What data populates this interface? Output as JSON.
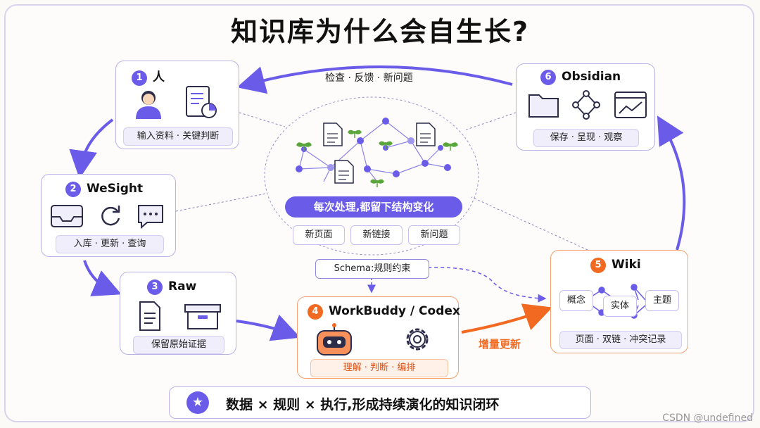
{
  "title": "知识库为什么会自生长?",
  "cards": {
    "person": {
      "num": "1",
      "title": "人",
      "pill": "输入资料 · 关键判断"
    },
    "wesight": {
      "num": "2",
      "title": "WeSight",
      "pill": "入库 · 更新 · 查询"
    },
    "raw": {
      "num": "3",
      "title": "Raw",
      "pill": "保留原始证据"
    },
    "workbuddy": {
      "num": "4",
      "title": "WorkBuddy / Codex",
      "pill": "理解 · 判断 · 编排"
    },
    "wiki": {
      "num": "5",
      "title": "Wiki",
      "pill": "页面 · 双链 · 冲突记录",
      "nodes": [
        "概念",
        "实体",
        "主题"
      ]
    },
    "obsidian": {
      "num": "6",
      "title": "Obsidian",
      "pill": "保存 · 呈现 · 观察"
    }
  },
  "center": {
    "banner": "每次处理,都留下结构变化",
    "tags": [
      "新页面",
      "新链接",
      "新问题"
    ]
  },
  "schema_label": "Schema:规则约束",
  "arrow_labels": {
    "top": "检查 · 反馈 · 新问题",
    "increment": "增量更新"
  },
  "bottom_banner": "数据 × 规则 × 执行,形成持续演化的知识闭环",
  "watermark": "CSDN @undefined",
  "colors": {
    "purple": "#6a5ce8",
    "orange": "#f26a21",
    "green": "#5aa63a"
  },
  "icons": [
    "person-icon",
    "document-chart-icon",
    "inbox-tray-icon",
    "refresh-icon",
    "chat-bubble-icon",
    "document-icon",
    "archive-box-icon",
    "robot-icon",
    "gear-icon",
    "folder-icon",
    "graph-nodes-icon",
    "trend-chart-icon",
    "star-icon",
    "sprout-icon"
  ]
}
